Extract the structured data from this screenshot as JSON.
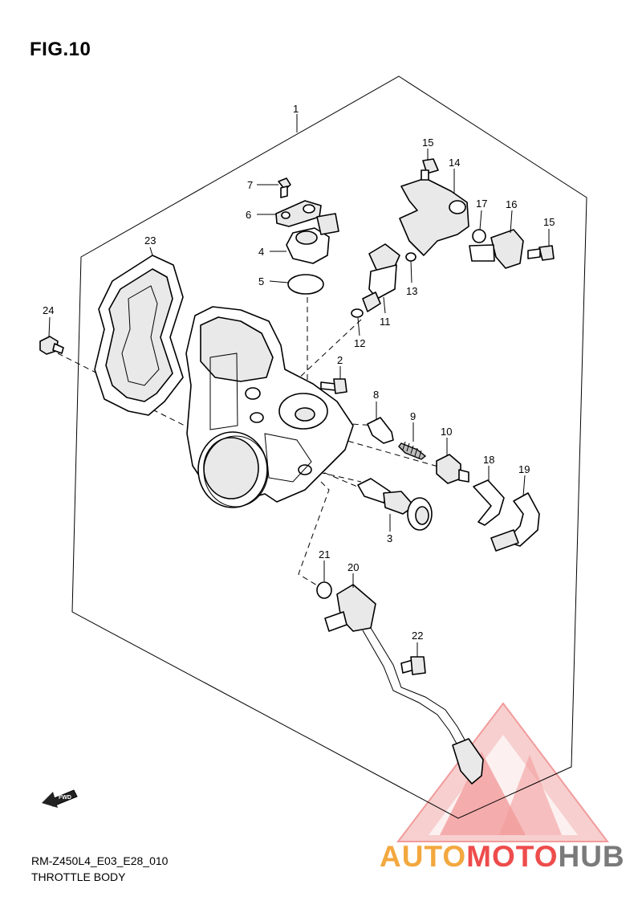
{
  "figure": {
    "title": "FIG.10"
  },
  "footer": {
    "model_code": "RM-Z450L4_E03_E28_010",
    "part_group": "THROTTLE BODY"
  },
  "callouts": [
    "1",
    "2",
    "3",
    "4",
    "5",
    "6",
    "7",
    "8",
    "9",
    "10",
    "11",
    "12",
    "13",
    "14",
    "15",
    "15",
    "16",
    "17",
    "18",
    "19",
    "20",
    "21",
    "22",
    "23",
    "24"
  ],
  "direction_marker": {
    "label": "FWD",
    "icon": "forward-arrow-icon"
  },
  "watermark": {
    "brand_parts": [
      "AUTO",
      "MOTO",
      "HUB"
    ],
    "colors": {
      "auto": "#f3a83f",
      "moto": "#ee4c4c",
      "hub": "#7a7a7a",
      "logo": "#e94b4b"
    },
    "icon": "warning-triangle-logo"
  }
}
